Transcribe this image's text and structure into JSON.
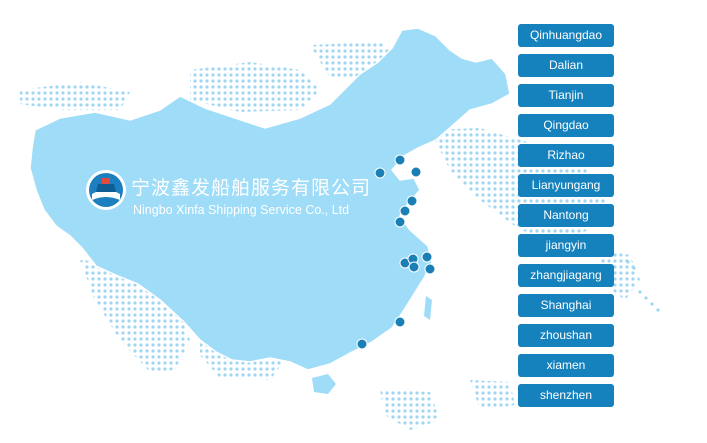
{
  "company": {
    "name_cn": "宁波鑫发船舶服务有限公司",
    "name_en": "Ningbo Xinfa Shipping Service Co., Ltd"
  },
  "ports": [
    {
      "label": "Qinhuangdao"
    },
    {
      "label": "Dalian"
    },
    {
      "label": "Tianjin"
    },
    {
      "label": "Qingdao"
    },
    {
      "label": "Rizhao"
    },
    {
      "label": "Lianyungang"
    },
    {
      "label": "Nantong"
    },
    {
      "label": "jiangyin"
    },
    {
      "label": "zhangjiagang"
    },
    {
      "label": "Shanghai"
    },
    {
      "label": "zhoushan"
    },
    {
      "label": "xiamen"
    },
    {
      "label": "shenzhen"
    }
  ],
  "colors": {
    "map_fill": "#9fdcf8",
    "dot_pattern": "#9fd6f2",
    "port_marker": "#1a7fb5",
    "button_bg": "#1581bd",
    "button_text": "#ffffff"
  }
}
